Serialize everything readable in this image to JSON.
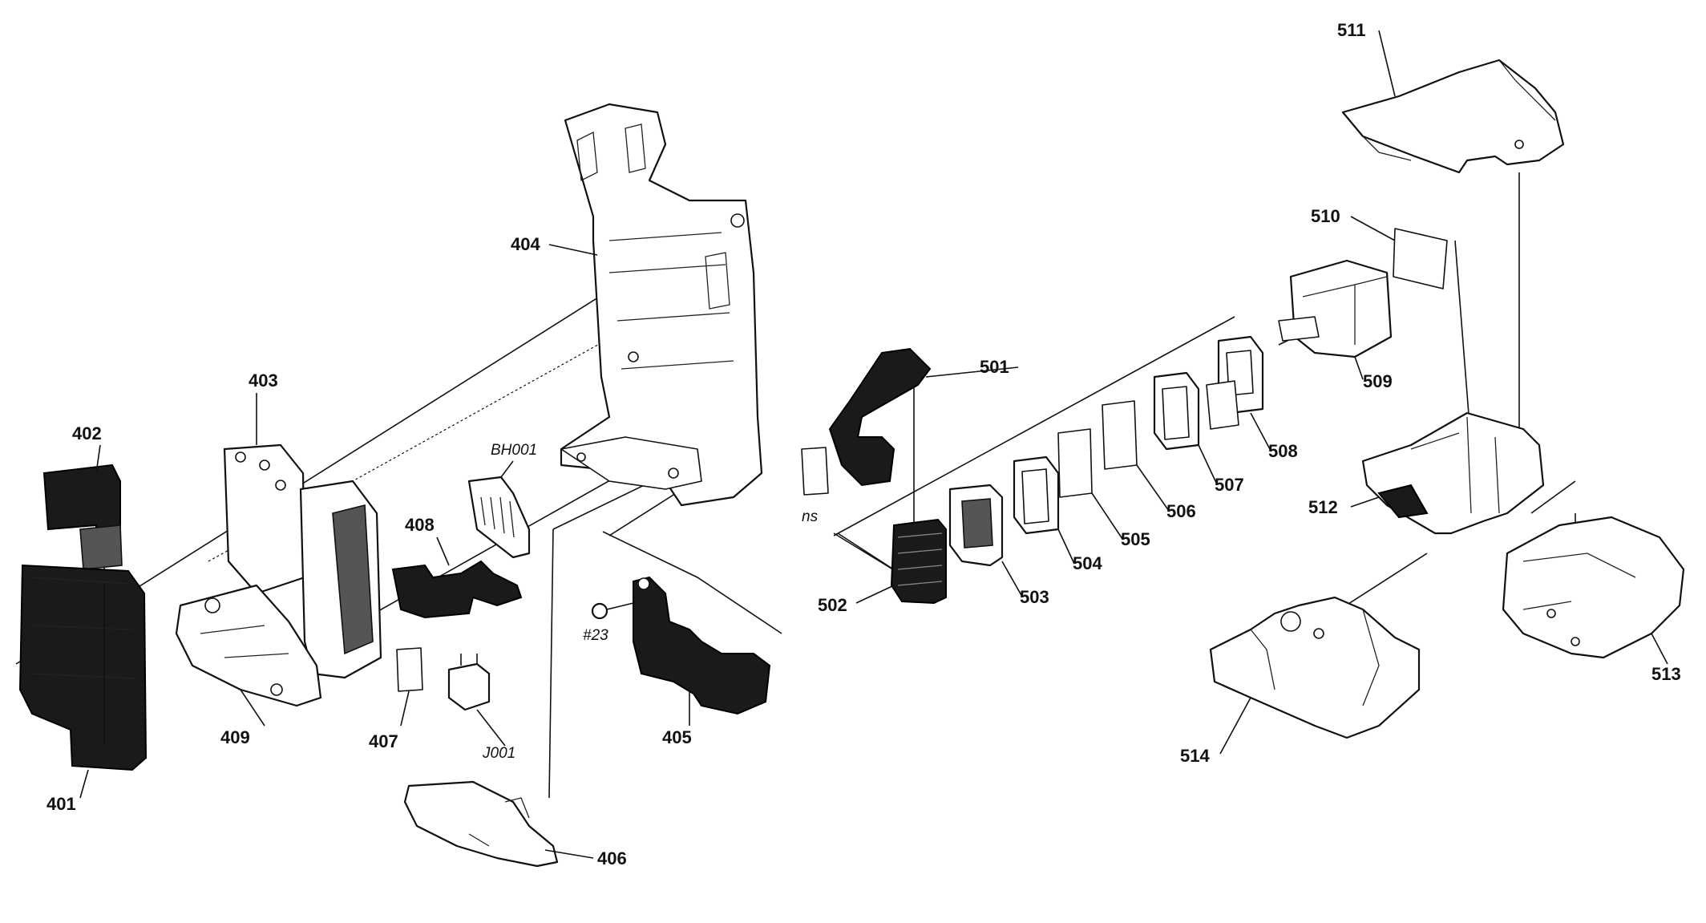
{
  "parts": [
    {
      "id": "401",
      "label": "401",
      "style": "bold"
    },
    {
      "id": "402",
      "label": "402",
      "style": "bold"
    },
    {
      "id": "403",
      "label": "403",
      "style": "bold"
    },
    {
      "id": "404",
      "label": "404",
      "style": "bold"
    },
    {
      "id": "405",
      "label": "405",
      "style": "bold"
    },
    {
      "id": "406",
      "label": "406",
      "style": "bold"
    },
    {
      "id": "407",
      "label": "407",
      "style": "bold"
    },
    {
      "id": "408",
      "label": "408",
      "style": "bold"
    },
    {
      "id": "409",
      "label": "409",
      "style": "bold"
    },
    {
      "id": "501",
      "label": "501",
      "style": "bold"
    },
    {
      "id": "502",
      "label": "502",
      "style": "bold"
    },
    {
      "id": "503",
      "label": "503",
      "style": "bold"
    },
    {
      "id": "504",
      "label": "504",
      "style": "bold"
    },
    {
      "id": "505",
      "label": "505",
      "style": "bold"
    },
    {
      "id": "506",
      "label": "506",
      "style": "bold"
    },
    {
      "id": "507",
      "label": "507",
      "style": "bold"
    },
    {
      "id": "508",
      "label": "508",
      "style": "bold"
    },
    {
      "id": "509",
      "label": "509",
      "style": "bold"
    },
    {
      "id": "510",
      "label": "510",
      "style": "bold"
    },
    {
      "id": "511",
      "label": "511",
      "style": "bold"
    },
    {
      "id": "512",
      "label": "512",
      "style": "bold"
    },
    {
      "id": "513",
      "label": "513",
      "style": "bold"
    },
    {
      "id": "514",
      "label": "514",
      "style": "bold"
    }
  ],
  "references": [
    {
      "id": "BH001",
      "label": "BH001",
      "style": "italic"
    },
    {
      "id": "J001",
      "label": "J001",
      "style": "italic"
    },
    {
      "id": "screw23",
      "label": "#23",
      "style": "italic"
    },
    {
      "id": "ns",
      "label": "ns",
      "style": "italic"
    }
  ],
  "colors": {
    "ink": "#111111",
    "background": "#ffffff"
  }
}
